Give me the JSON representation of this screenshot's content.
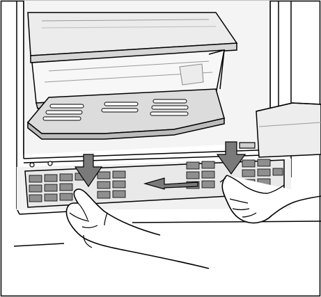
{
  "illustration": {
    "subject": "removing-fridge-base-grille",
    "colors": {
      "line": "#000000",
      "fill_light": "#f2f2f2",
      "fill_mid": "#d9d9d9",
      "fill_dark": "#bdbdbd",
      "arrow": "#7a7a7a",
      "background": "#ffffff"
    },
    "arrows": [
      {
        "direction": "down",
        "meaning": "press-down-left-catch"
      },
      {
        "direction": "down",
        "meaning": "press-down-right-catch"
      },
      {
        "direction": "left",
        "meaning": "pull-grille-out"
      }
    ]
  }
}
